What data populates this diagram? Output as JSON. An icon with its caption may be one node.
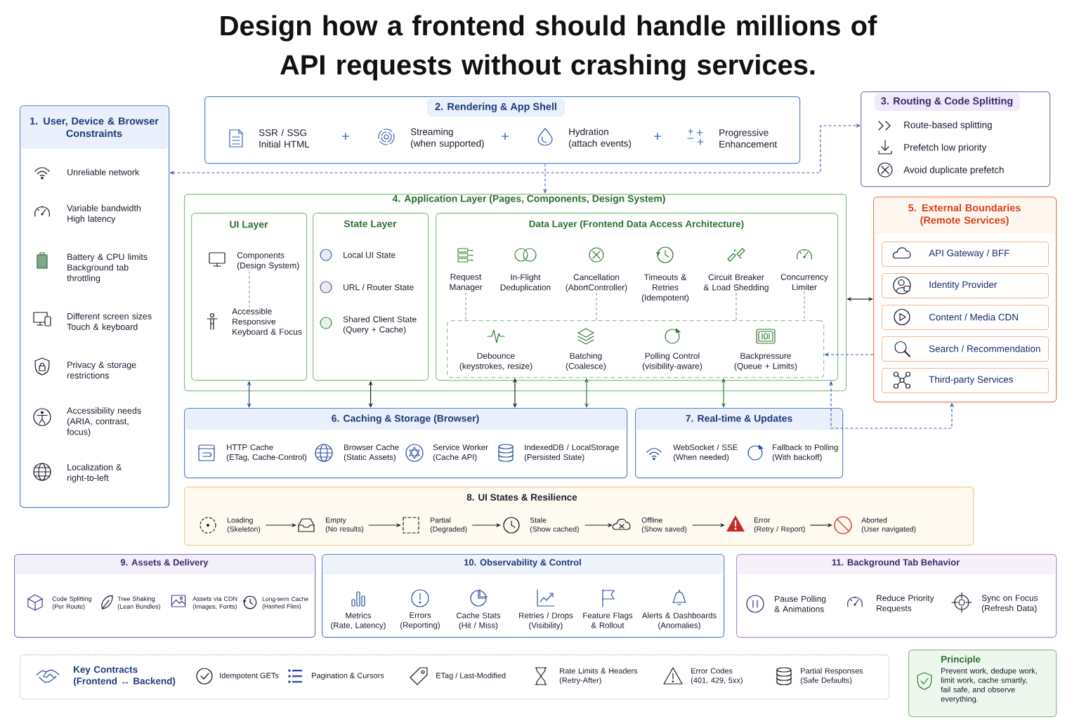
{
  "diagram": {
    "title": "Design how a frontend should handle millions of API requests without crashing services.",
    "nodes": [
      {
        "text": [
          "1. User, Device & Browser Constraints"
        ]
      },
      {
        "text": [
          "Unreliable network"
        ],
        "in": 0
      },
      {
        "text": [
          "Variable bandwidth High latency"
        ],
        "in": 0
      },
      {
        "text": [
          "Battery & CPU limits Background tab throttling"
        ],
        "in": 0
      },
      {
        "text": [
          "Different screen sizes Touch & keyboard"
        ],
        "in": 0
      },
      {
        "text": [
          "Privacy & storage restrictions"
        ],
        "in": 0
      },
      {
        "text": [
          "Accessibility needs (ARIA, contrast, focus)"
        ],
        "in": 0
      },
      {
        "text": [
          "Localization & right-to-left"
        ],
        "in": 0
      },
      {
        "text": [
          "2. Rendering & App Shell"
        ]
      },
      {
        "text": [
          "SSR / SSG Initial HTML"
        ],
        "in": 8
      },
      {
        "text": [
          "Streaming (when supported)"
        ],
        "in": 8
      },
      {
        "text": [
          "Hydration (attach events)"
        ],
        "in": 8
      },
      {
        "text": [
          "Progressive Enhancement"
        ],
        "in": 8
      },
      {
        "text": [
          "3. Routing & Code Splitting"
        ]
      },
      {
        "text": [
          "Route-based splitting"
        ],
        "in": 13
      },
      {
        "text": [
          "Prefetch low priority"
        ],
        "in": 13
      },
      {
        "text": [
          "Avoid duplicate prefetch"
        ],
        "in": 13
      },
      {
        "text": [
          "4. Application Layer (Pages, Components, Design System)"
        ]
      },
      {
        "text": [
          "UI Layer"
        ],
        "in": 17
      },
      {
        "text": [
          "Components (Design System)"
        ],
        "in": 18
      },
      {
        "text": [
          "Accessible Responsive Keyboard & Focus"
        ],
        "in": 18
      },
      {
        "text": [
          "State Layer"
        ],
        "in": 17
      },
      {
        "text": [
          "Local UI State"
        ],
        "in": 21
      },
      {
        "text": [
          "URL / Router State"
        ],
        "in": 21
      },
      {
        "text": [
          "Shared Client State (Query + Cache)"
        ],
        "in": 21
      },
      {
        "text": [
          "Data Layer (Frontend Data Access Architecture)"
        ],
        "in": 17
      },
      {
        "text": [
          "Request Manager"
        ],
        "in": 25
      },
      {
        "text": [
          "In-Flight Deduplication"
        ],
        "in": 25
      },
      {
        "text": [
          "Cancellation (AbortController)"
        ],
        "in": 25
      },
      {
        "text": [
          "Timeouts & Retries (Idempotent)"
        ],
        "in": 25
      },
      {
        "text": [
          "Circuit Breaker & Load Shedding"
        ],
        "in": 25
      },
      {
        "text": [
          "Concurrency Limiter"
        ],
        "in": 25
      },
      {
        "text": [],
        "shape": "box",
        "in": 25
      },
      {
        "text": [
          "Debounce (keystrokes, resize)"
        ],
        "in": 32
      },
      {
        "text": [
          "Batching (Coalesce)"
        ],
        "in": 32
      },
      {
        "text": [
          "Polling Control (visibility-aware)"
        ],
        "in": 32
      },
      {
        "text": [
          "Backpressure (Queue + Limits)"
        ],
        "in": 32
      },
      {
        "text": [
          "5. External Boundaries (Remote Services)"
        ]
      },
      {
        "text": [
          "API Gateway / BFF"
        ],
        "in": 37
      },
      {
        "text": [
          "Identity Provider"
        ],
        "in": 37
      },
      {
        "text": [
          "Content / Media CDN"
        ],
        "in": 37
      },
      {
        "text": [
          "Search / Recommendation"
        ],
        "in": 37
      },
      {
        "text": [
          "Third-party Services"
        ],
        "in": 37
      },
      {
        "text": [
          "6. Caching & Storage (Browser)"
        ]
      },
      {
        "text": [
          "HTTP Cache (ETag, Cache-Control)"
        ],
        "in": 43
      },
      {
        "text": [
          "Browser Cache (Static Assets)"
        ],
        "in": 43
      },
      {
        "text": [
          "Service Worker (Cache API)"
        ],
        "in": 43
      },
      {
        "text": [
          "IndexedDB / LocalStorage (Persisted State)"
        ],
        "in": 43
      },
      {
        "text": [
          "7. Real-time & Updates"
        ]
      },
      {
        "text": [
          "WebSocket / SSE (When needed)"
        ],
        "in": 48
      },
      {
        "text": [
          "Fallback to Polling (With backoff)"
        ],
        "in": 48
      },
      {
        "text": [
          "8. UI States & Resilience"
        ]
      },
      {
        "text": [
          "Loading (Skeleton)"
        ],
        "in": 51
      },
      {
        "text": [
          "Empty (No results)"
        ],
        "in": 51
      },
      {
        "text": [
          "Partial (Degraded)"
        ],
        "in": 51
      },
      {
        "text": [
          "Stale (Show cached)"
        ],
        "in": 51
      },
      {
        "text": [
          "Offline (Show saved)"
        ],
        "in": 51
      },
      {
        "text": [
          "Error (Retry / Report)"
        ],
        "in": 51
      },
      {
        "text": [
          "Aborted (User navigated)"
        ],
        "in": 51
      },
      {
        "text": [
          "9. Assets & Delivery"
        ]
      },
      {
        "text": [
          "Code Splitting (Per Route)"
        ],
        "in": 59
      },
      {
        "text": [
          "Tree Shaking (Lean Bundles)"
        ],
        "in": 59
      },
      {
        "text": [
          "Assets via CDN (Images, Fonts)"
        ],
        "in": 59
      },
      {
        "text": [
          "Long-term Cache (Hashed Files)"
        ],
        "in": 59
      },
      {
        "text": [
          "10. Observability & Control"
        ]
      },
      {
        "text": [
          "Metrics (Rate, Latency)"
        ],
        "in": 64
      },
      {
        "text": [
          "Errors (Reporting)"
        ],
        "in": 64
      },
      {
        "text": [
          "Cache Stats (Hit / Miss)"
        ],
        "in": 64
      },
      {
        "text": [
          "Retries / Drops (Visibility)"
        ],
        "in": 64
      },
      {
        "text": [
          "Feature Flags & Rollout"
        ],
        "in": 64
      },
      {
        "text": [
          "Alerts & Dashboards (Anomalies)"
        ],
        "in": 64
      },
      {
        "text": [
          "11. Background Tab Behavior"
        ]
      },
      {
        "text": [
          "Pause Polling & Animations"
        ],
        "in": 71
      },
      {
        "text": [
          "Reduce Priority Requests"
        ],
        "in": 71
      },
      {
        "text": [
          "Sync on Focus (Refresh Data)"
        ],
        "in": 71
      },
      {
        "text": [
          "Key Contracts (Frontend ↔ Backend)"
        ]
      },
      {
        "text": [
          "Idempotent GETs"
        ],
        "in": 75
      },
      {
        "text": [
          "Pagination & Cursors"
        ],
        "in": 75
      },
      {
        "text": [
          "ETag / Last-Modified"
        ],
        "in": 75
      },
      {
        "text": [
          "Rate Limits & Headers (Retry-After)"
        ],
        "in": 75
      },
      {
        "text": [
          "Error Codes (401, 429, 5xx)"
        ],
        "in": 75
      },
      {
        "text": [
          "Partial Responses (Safe Defaults)"
        ],
        "in": 75
      },
      {
        "text": [
          "Principle",
          "Prevent work, dedupe work, limit work, cache smartly, fail safe, and observe everything."
        ]
      }
    ],
    "edges": [
      {
        "from": 8,
        "to": 17,
        "arrow": "to",
        "style": "dashed",
        "color": "#5a78b8"
      },
      {
        "from": 0,
        "to": 13,
        "arrow": "both",
        "style": "dashed",
        "color": "#6a4c9c"
      },
      {
        "from": 17,
        "to": 37,
        "arrow": "both"
      },
      {
        "from": 37,
        "to": 32,
        "arrow": "to",
        "style": "dashed",
        "color": "#3a64b8"
      },
      {
        "from": 25,
        "to": 37,
        "arrow": "both",
        "style": "dashed",
        "color": "#3a64b8"
      },
      {
        "from": 18,
        "to": 43,
        "arrow": "both",
        "color": "#2a4fa0"
      },
      {
        "from": 21,
        "to": 43,
        "arrow": "both"
      },
      {
        "from": 32,
        "to": 43,
        "arrow": "both"
      },
      {
        "from": 32,
        "to": 43,
        "arrow": "both",
        "color": "#2e7d32"
      },
      {
        "from": 32,
        "to": 48,
        "arrow": "both",
        "color": "#2e7d32"
      },
      {
        "from": 52,
        "to": 53,
        "arrow": "to"
      },
      {
        "from": 53,
        "to": 54,
        "arrow": "to"
      },
      {
        "from": 54,
        "to": 55,
        "arrow": "to"
      },
      {
        "from": 55,
        "to": 56,
        "arrow": "to"
      },
      {
        "from": 56,
        "to": 57,
        "arrow": "to"
      },
      {
        "from": 57,
        "to": 58,
        "arrow": "to"
      },
      {
        "from": 19,
        "to": 20,
        "arrow": "none",
        "style": "dashed",
        "color": "#9aa59a"
      },
      {
        "from": 26,
        "to": 32,
        "arrow": "none",
        "style": "dashed",
        "color": "#9aa59a"
      },
      {
        "from": 28,
        "to": 32,
        "arrow": "none",
        "style": "dashed",
        "color": "#9aa59a"
      },
      {
        "from": 30,
        "to": 32,
        "arrow": "none",
        "style": "dashed",
        "color": "#9aa59a"
      },
      {
        "from": 31,
        "to": 32,
        "arrow": "none",
        "style": "dashed",
        "color": "#9aa59a"
      }
    ],
    "labels": [
      "+",
      "+",
      "+"
    ]
  }
}
